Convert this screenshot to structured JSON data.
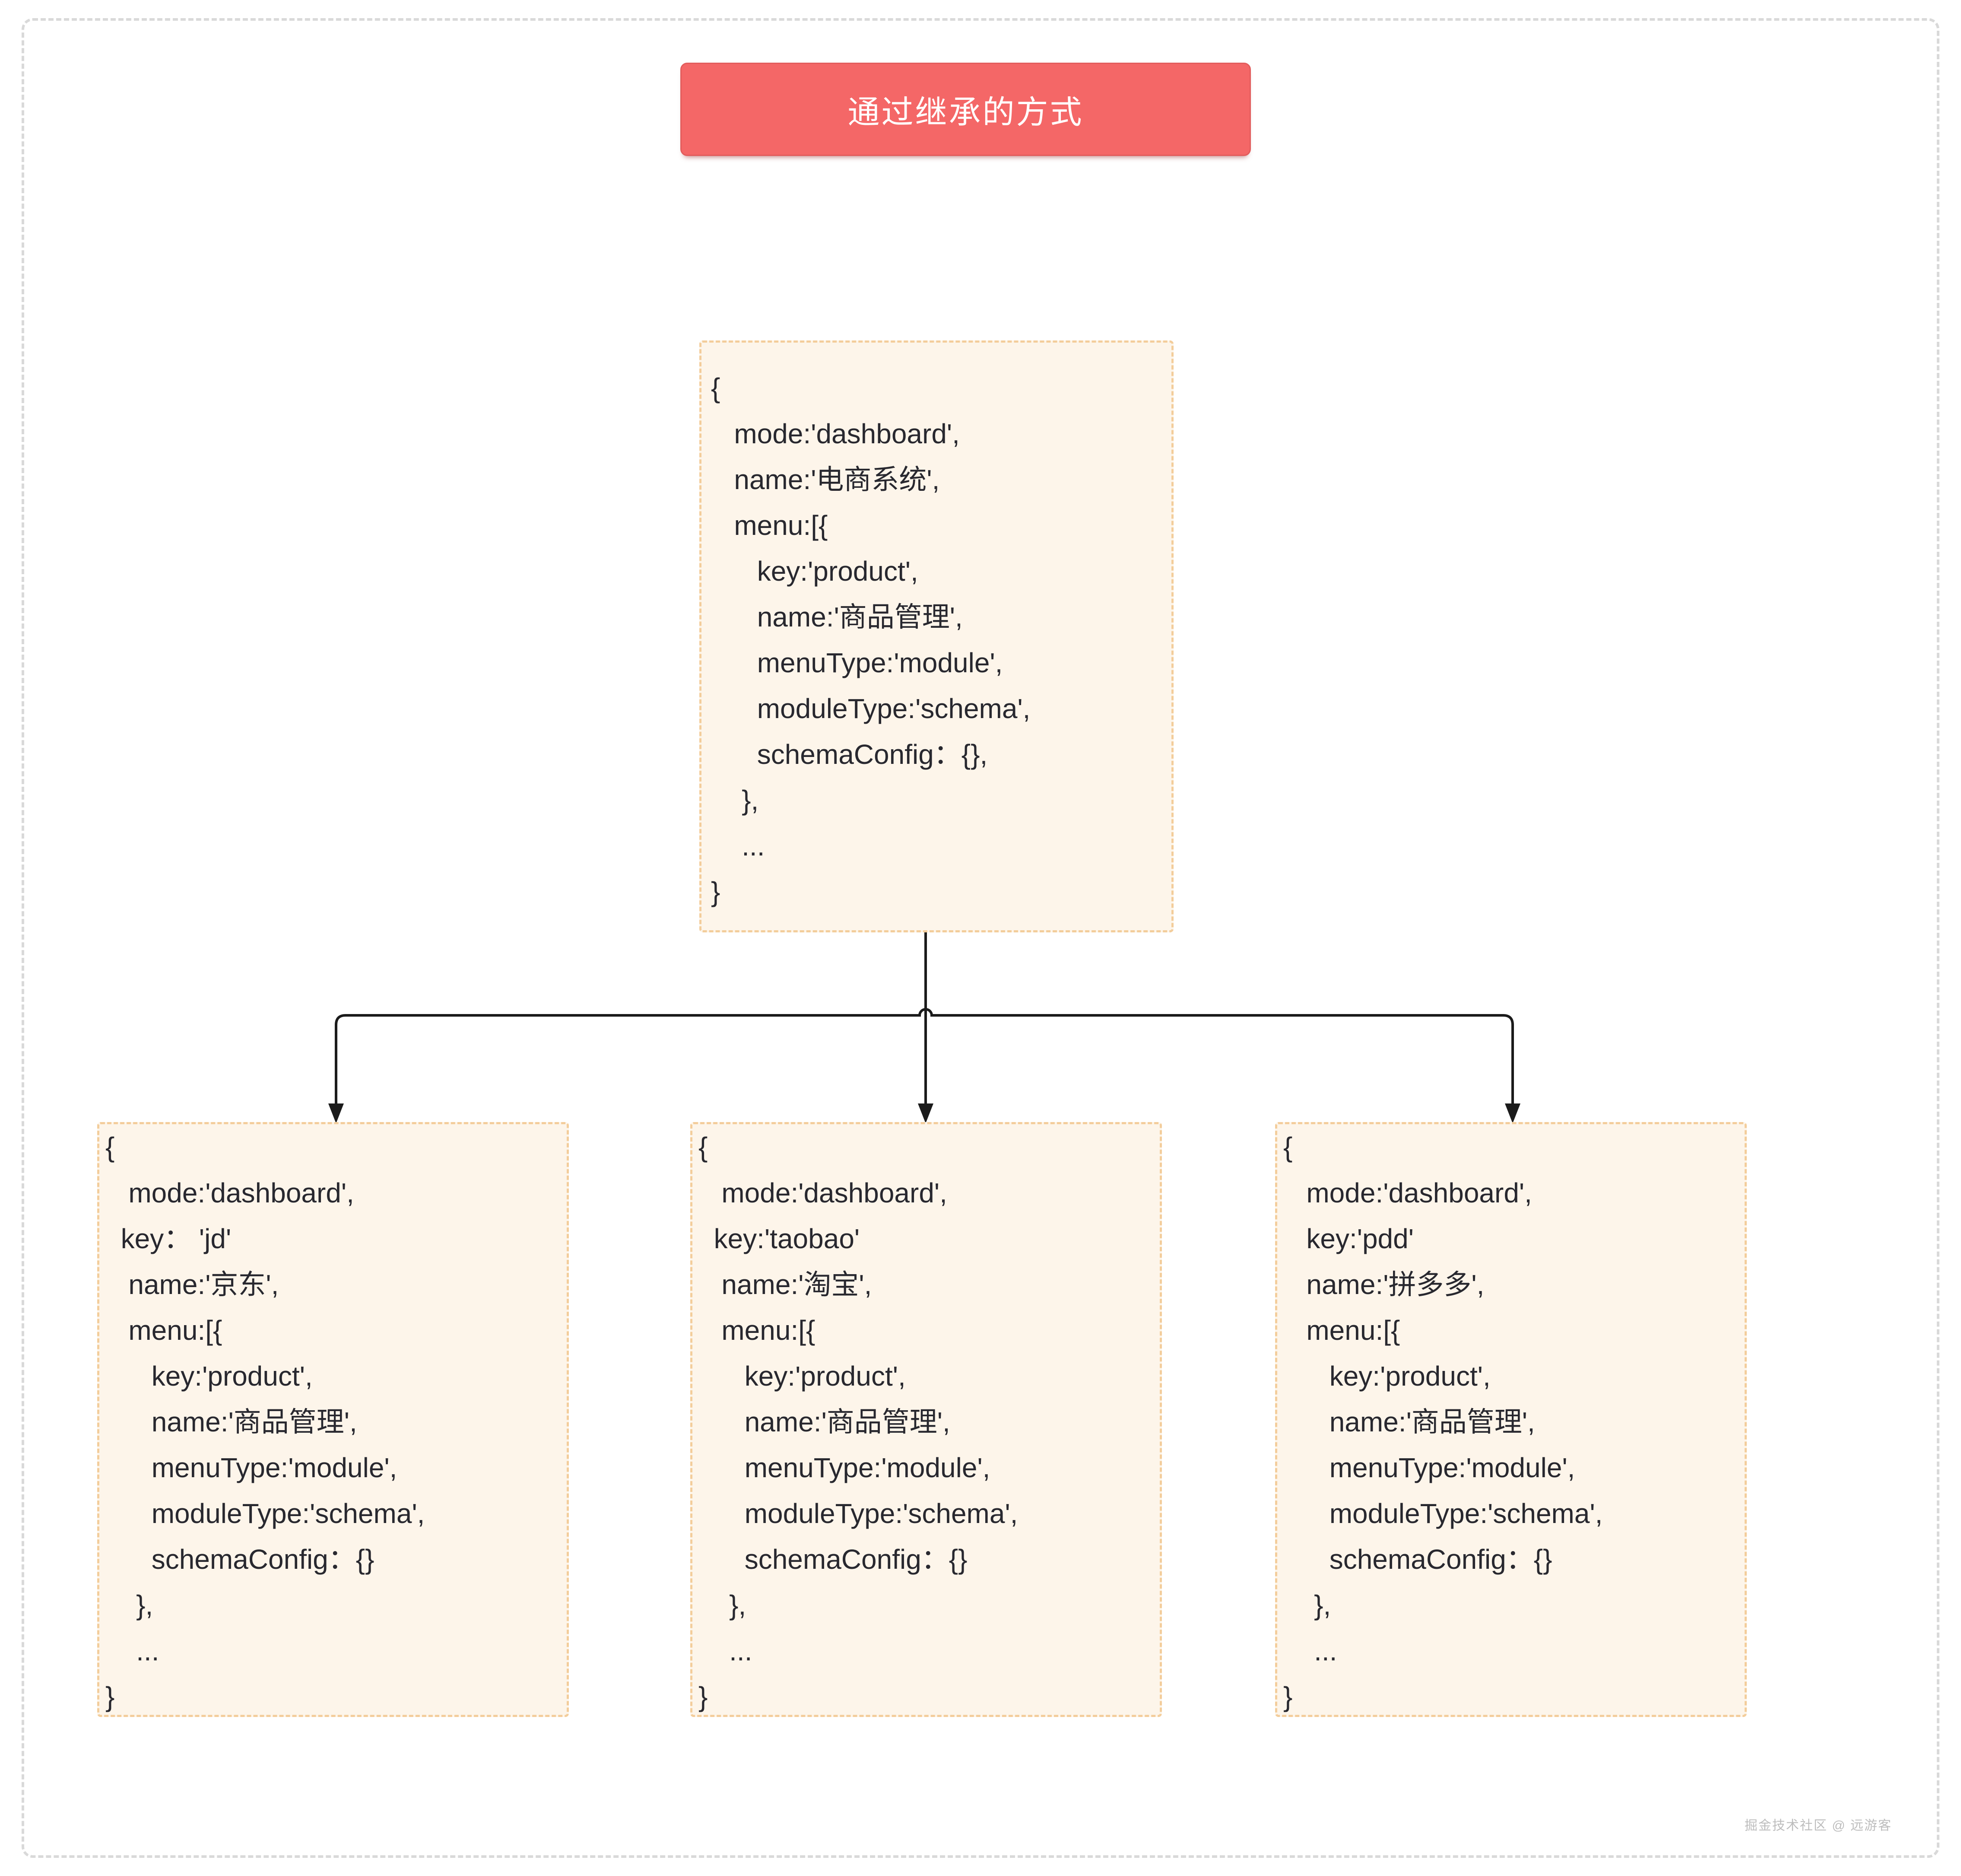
{
  "title": {
    "label": "通过继承的方式"
  },
  "parent_box": {
    "id": "base-dashboard-config",
    "lines": [
      "{",
      "   mode:'dashboard',",
      "   name:'电商系统',",
      "   menu:[{",
      "      key:'product',",
      "      name:'商品管理',",
      "      menuType:'module',",
      "      moduleType:'schema',",
      "      schemaConfig：{},",
      "    },",
      "    ...",
      "}"
    ]
  },
  "child_boxes": [
    {
      "id": "jd",
      "lines": [
        "{",
        "   mode:'dashboard',",
        "  key： 'jd'",
        "   name:'京东',",
        "   menu:[{",
        "      key:'product',",
        "      name:'商品管理',",
        "      menuType:'module',",
        "      moduleType:'schema',",
        "      schemaConfig：{}",
        "    },",
        "    ...",
        "}"
      ]
    },
    {
      "id": "taobao",
      "lines": [
        "{",
        "   mode:'dashboard',",
        "  key:'taobao'",
        "   name:'淘宝',",
        "   menu:[{",
        "      key:'product',",
        "      name:'商品管理',",
        "      menuType:'module',",
        "      moduleType:'schema',",
        "      schemaConfig：{}",
        "    },",
        "    ...",
        "}"
      ]
    },
    {
      "id": "pdd",
      "lines": [
        "{",
        "   mode:'dashboard',",
        "   key:'pdd'",
        "   name:'拼多多',",
        "   menu:[{",
        "      key:'product',",
        "      name:'商品管理',",
        "      menuType:'module',",
        "      moduleType:'schema',",
        "      schemaConfig：{}",
        "    },",
        "    ...",
        "}"
      ]
    }
  ],
  "watermark": {
    "text": "掘金技术社区 @ 远游客"
  },
  "colors": {
    "title_bg": "#f46767",
    "title_text": "#ffffff",
    "box_bg": "#fdf5ea",
    "box_border": "#f3cd9b",
    "code_text": "#28282f",
    "connector": "#1b1b1b",
    "canvas_border": "#d9d9d9",
    "watermark_text": "#bdbdbd"
  }
}
